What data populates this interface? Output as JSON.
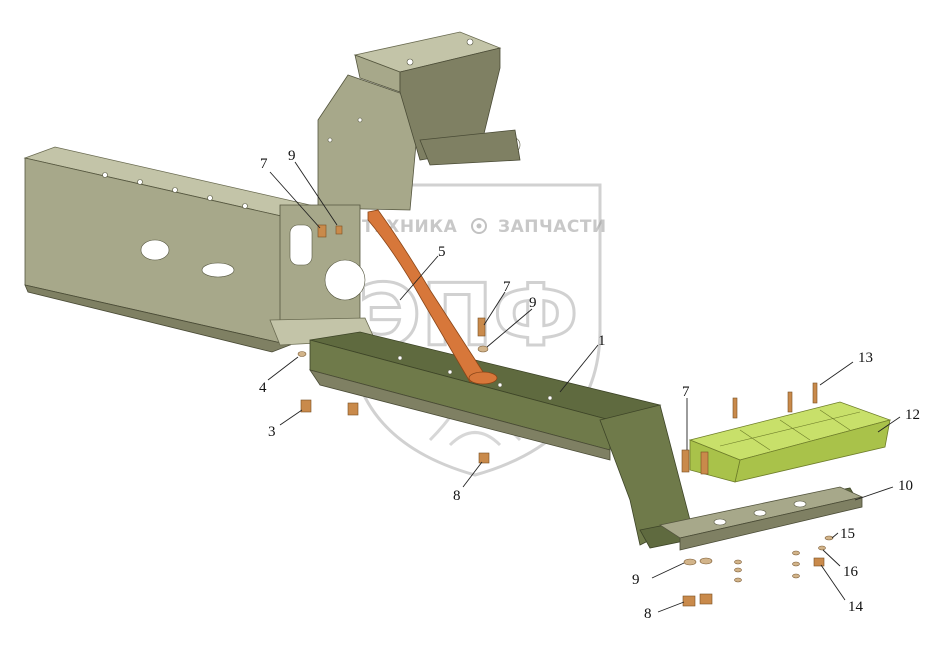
{
  "watermark": {
    "line1_left": "ТЕХНИКА",
    "line1_right": "ЗАПЧАСТИ",
    "big": "ЭПФ"
  },
  "callouts": [
    {
      "id": "c7a",
      "text": "7"
    },
    {
      "id": "c9a",
      "text": "9"
    },
    {
      "id": "c5",
      "text": "5"
    },
    {
      "id": "c7b",
      "text": "7"
    },
    {
      "id": "c9b",
      "text": "9"
    },
    {
      "id": "c1",
      "text": "1"
    },
    {
      "id": "c4",
      "text": "4"
    },
    {
      "id": "c3",
      "text": "3"
    },
    {
      "id": "c8a",
      "text": "8"
    },
    {
      "id": "c13",
      "text": "13"
    },
    {
      "id": "c12",
      "text": "12"
    },
    {
      "id": "c7c",
      "text": "7"
    },
    {
      "id": "c10",
      "text": "10"
    },
    {
      "id": "c15",
      "text": "15"
    },
    {
      "id": "c16",
      "text": "16"
    },
    {
      "id": "c9c",
      "text": "9"
    },
    {
      "id": "c14",
      "text": "14"
    },
    {
      "id": "c8b",
      "text": "8"
    }
  ],
  "colors": {
    "frame": "#a7a88a",
    "bracket_rod": "#d7773a",
    "step_plate": "#c8e06a",
    "fasteners": "#c98a4b"
  }
}
